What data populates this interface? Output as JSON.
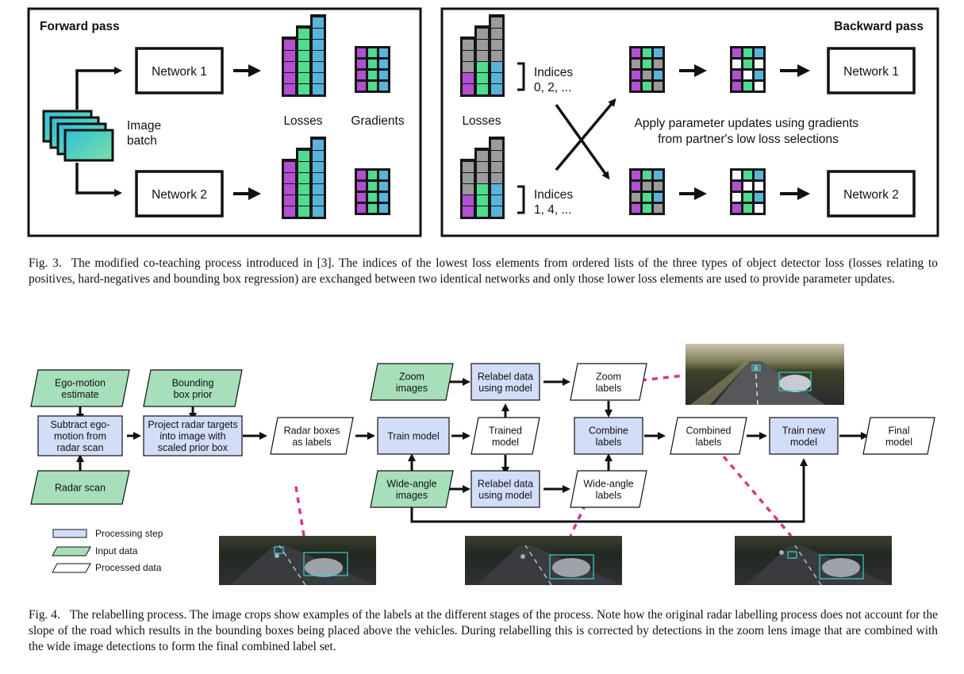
{
  "figure3": {
    "forward_title": "Forward pass",
    "backward_title": "Backward pass",
    "network1": "Network 1",
    "network2": "Network 2",
    "image_batch": [
      "Image",
      "batch"
    ],
    "losses": "Losses",
    "gradients": "Gradients",
    "indices_top": [
      "Indices",
      "0, 2, ..."
    ],
    "indices_bottom": [
      "Indices",
      "1, 4, ..."
    ],
    "apply_text": [
      "Apply parameter updates using gradients",
      "from partner's low loss selections"
    ],
    "colors": {
      "purple": "#b34fd1",
      "green": "#4fdc8e",
      "blue": "#5ab4d9",
      "grey": "#9b9b9b",
      "dark": "#161616"
    },
    "caption_label": "Fig. 3.",
    "caption": "The modified co-teaching process introduced in [3]. The indices of the lowest loss elements from ordered lists of the three types of object detector loss (losses relating to positives, hard-negatives and bounding box regression) are exchanged between two identical networks and only those lower loss elements are used to provide parameter updates."
  },
  "figure4": {
    "nodes": {
      "ego_motion": [
        "Ego-motion",
        "estimate"
      ],
      "bbox_prior": [
        "Bounding",
        "box prior"
      ],
      "subtract": [
        "Subtract ego-",
        "motion from",
        "radar scan"
      ],
      "project": [
        "Project radar targets",
        "into image with",
        "scaled prior box"
      ],
      "radar_scan": [
        "Radar scan"
      ],
      "radar_boxes": [
        "Radar boxes",
        "as labels"
      ],
      "train_model": [
        "Train model"
      ],
      "zoom_images": [
        "Zoom",
        "images"
      ],
      "relabel_top": [
        "Relabel data",
        "using model"
      ],
      "zoom_labels": [
        "Zoom",
        "labels"
      ],
      "trained_model": [
        "Trained",
        "model"
      ],
      "combine_labels": [
        "Combine",
        "labels"
      ],
      "combined_labels": [
        "Combined",
        "labels"
      ],
      "train_new": [
        "Train new",
        "model"
      ],
      "final_model": [
        "Final",
        "model"
      ],
      "wide_images": [
        "Wide-angle",
        "images"
      ],
      "relabel_bottom": [
        "Relabel data",
        "using model"
      ],
      "wide_labels": [
        "Wide-angle",
        "labels"
      ]
    },
    "legend": [
      "Processing step",
      "Input data",
      "Processed data"
    ],
    "colors": {
      "processing": "#d2ddf8",
      "input": "#a6dfb9",
      "processed": "#ffffff",
      "connector": "#d4368f",
      "box": "#35d1d1"
    },
    "caption_label": "Fig. 4.",
    "caption": "The relabelling process. The image crops show examples of the labels at the different stages of the process. Note how the original radar labelling process does not account for the slope of the road which results in the bounding boxes being placed above the vehicles. During relabelling this is corrected by detections in the zoom lens image that are combined with the wide image detections to form the final combined label set."
  }
}
